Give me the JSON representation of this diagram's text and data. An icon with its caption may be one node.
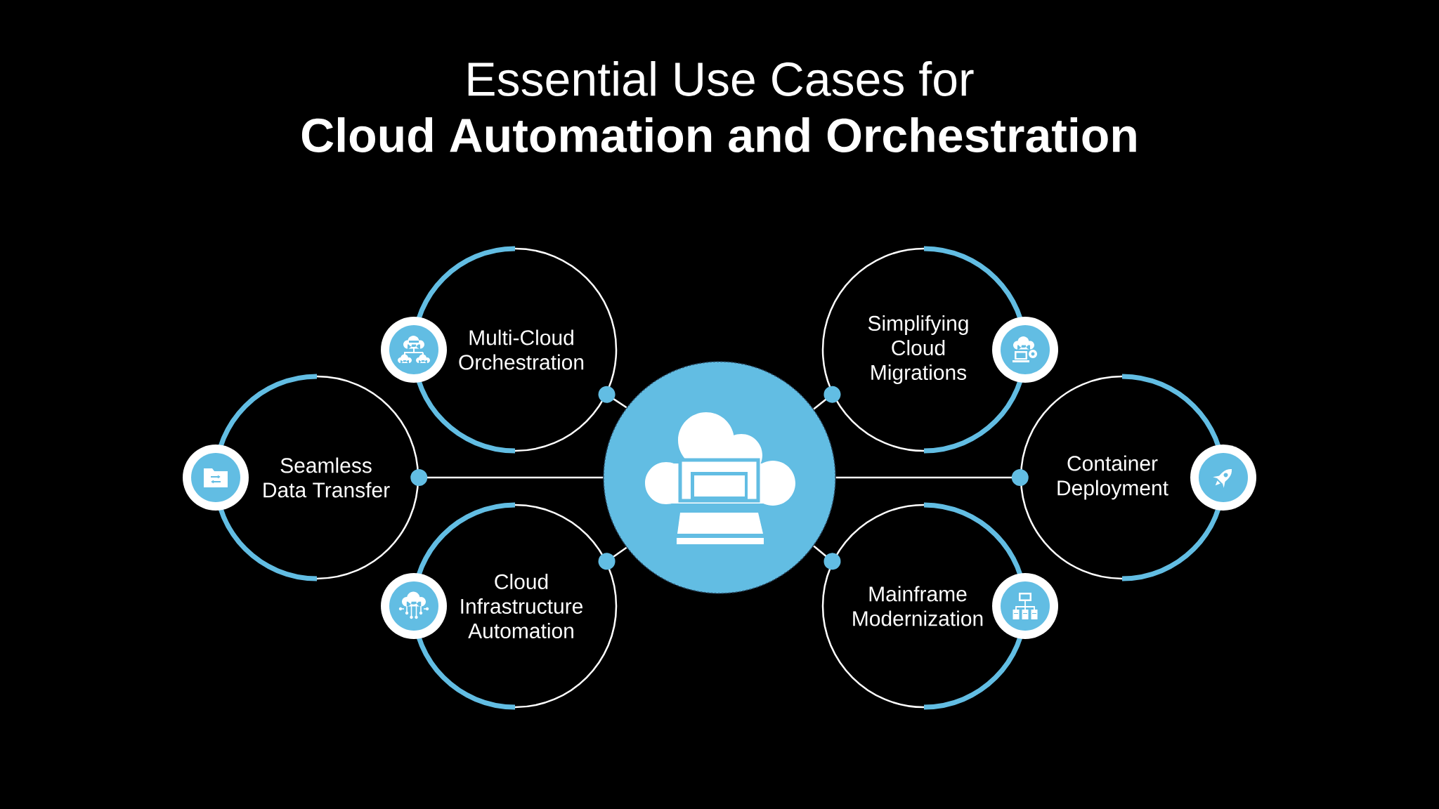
{
  "diagram": {
    "title": "Essential Use Cases for **Cloud Automation and Orchestration**",
    "nodes": [
      {
        "text": [
          "Multi-Cloud Orchestration"
        ]
      },
      {
        "text": [
          "Simplifying Cloud Migrations"
        ]
      },
      {
        "text": [
          "Seamless Data Transfer"
        ]
      },
      {
        "text": [],
        "shape": "circle"
      },
      {
        "text": [
          "Container Deployment"
        ]
      },
      {
        "text": [
          "Cloud Infrastructure Automation"
        ]
      },
      {
        "text": [
          "Mainframe Modernization"
        ]
      }
    ],
    "edges": [
      {
        "from": 3,
        "to": 0,
        "arrow": "other"
      },
      {
        "from": 3,
        "to": 1,
        "arrow": "other"
      },
      {
        "from": 3,
        "to": 2,
        "arrow": "other"
      },
      {
        "from": 3,
        "to": 4,
        "arrow": "other"
      },
      {
        "from": 3,
        "to": 5,
        "arrow": "other"
      },
      {
        "from": 3,
        "to": 6,
        "arrow": "other"
      }
    ]
  }
}
